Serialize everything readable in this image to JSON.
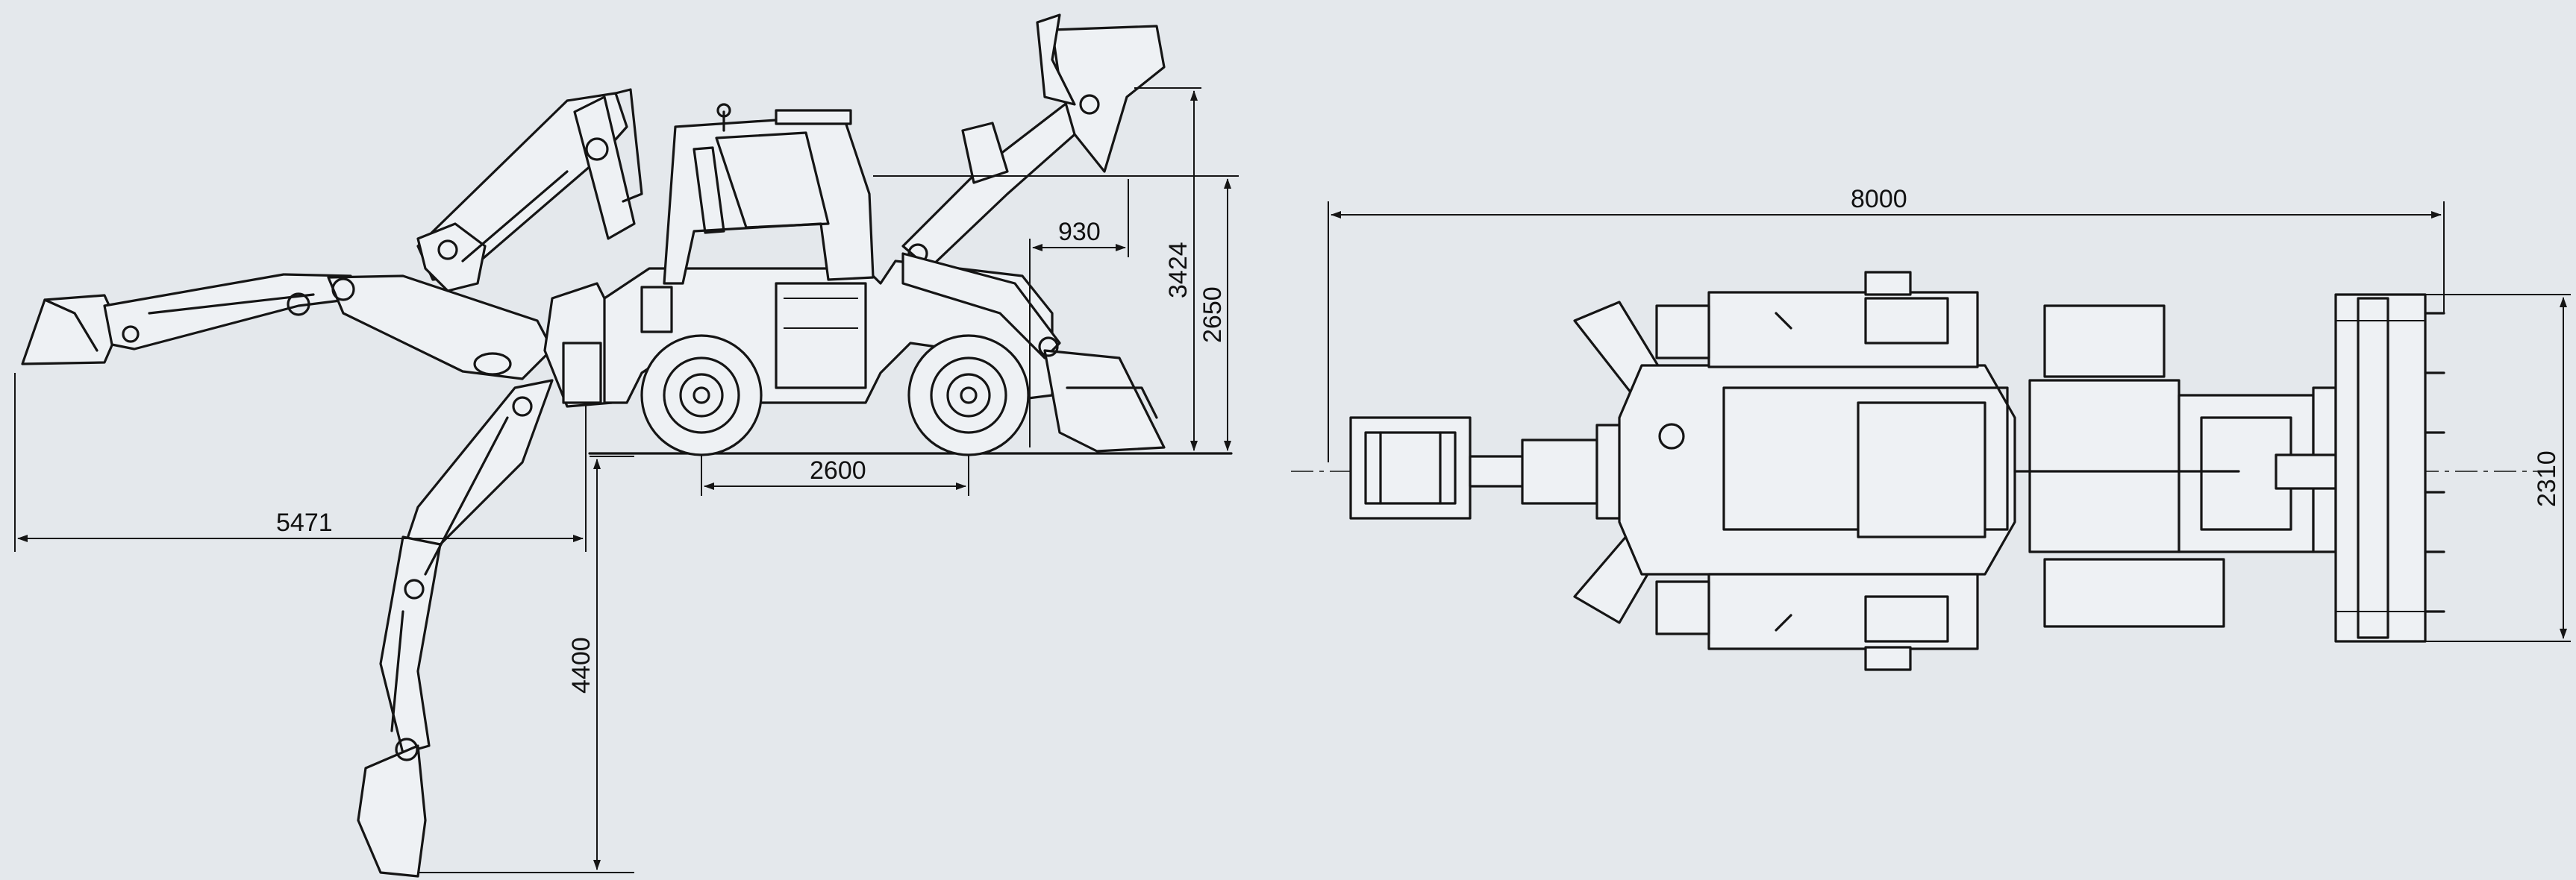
{
  "colors": {
    "background": "#e4e8ec",
    "line": "#151515"
  },
  "dimensions": {
    "backhoe_reach": "5471",
    "dig_depth": "4400",
    "wheelbase": "2600",
    "loader_dump_reach": "930",
    "loader_dump_height": "3424",
    "total_height": "2650",
    "overall_length": "8000",
    "bucket_width": "2310"
  }
}
